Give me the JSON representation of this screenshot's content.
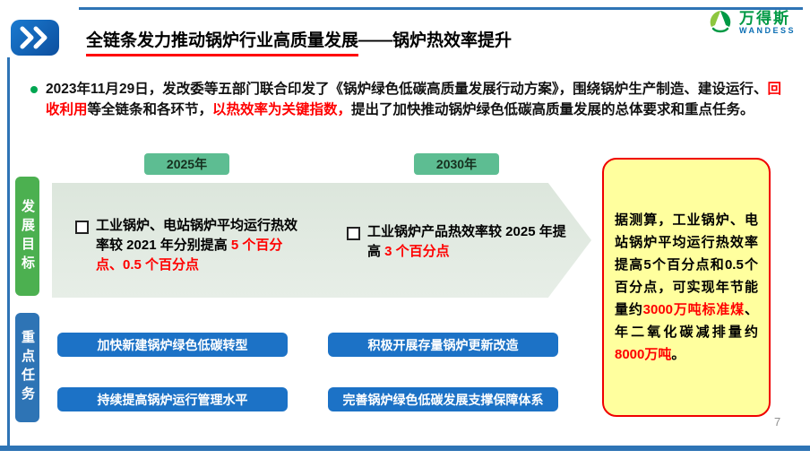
{
  "page": {
    "page_number": "7"
  },
  "colors": {
    "accent_blue": "#2e74b5",
    "button_blue": "#1c72c6",
    "accent_green": "#4cb050",
    "chip_green": "#5dbd92",
    "highlight_red": "#ff0000",
    "box_yellow": "#ffff9e",
    "logo_green": "#009944"
  },
  "header": {
    "title_main": "全链条发力推动锅炉行业高质量发展",
    "title_suffix": "——锅炉热效率提升",
    "logo": {
      "name": "万得斯",
      "subtitle": "WANDESS"
    }
  },
  "intro": {
    "segments": [
      {
        "text": "2023年11月29日，发改委等五部门联合印发了《锅炉绿色低碳高质量发展行动方案》，围绕锅炉生产制造、建设运行、"
      },
      {
        "text": "回收利用"
      },
      {
        "text": "等全链条和各环节，"
      },
      {
        "text": "以热效率为关键指数，"
      },
      {
        "text": "提出了加快推动锅炉绿色低碳高质量发展的总体要求和重点任务。"
      }
    ]
  },
  "development_goals": {
    "label": "发展目标",
    "milestones": [
      {
        "year": "2025年",
        "segments": [
          {
            "text": "工业锅炉、电站锅炉平均运行热效率较 2021 年分别提高 "
          },
          {
            "text": "5 个百分点、0.5 个百分点"
          }
        ]
      },
      {
        "year": "2030年",
        "segments": [
          {
            "text": "工业锅炉产品热效率较 2025 年提高 "
          },
          {
            "text": "3 个百分点"
          }
        ]
      }
    ]
  },
  "estimate_box": {
    "segments": [
      {
        "text": "据测算，工业锅炉、电站锅炉平均运行热效率提高5个百分点和0.5个百分点，可实现年节能量约"
      },
      {
        "text": "3000万吨标准煤"
      },
      {
        "text": "、年二氧化碳减排量约"
      },
      {
        "text": "8000万吨"
      },
      {
        "text": "。"
      }
    ]
  },
  "key_tasks": {
    "label": "重点任务",
    "items": [
      "加快新建锅炉绿色低碳转型",
      "积极开展存量锅炉更新改造",
      "持续提高锅炉运行管理水平",
      "完善锅炉绿色低碳发展支撑保障体系"
    ]
  }
}
